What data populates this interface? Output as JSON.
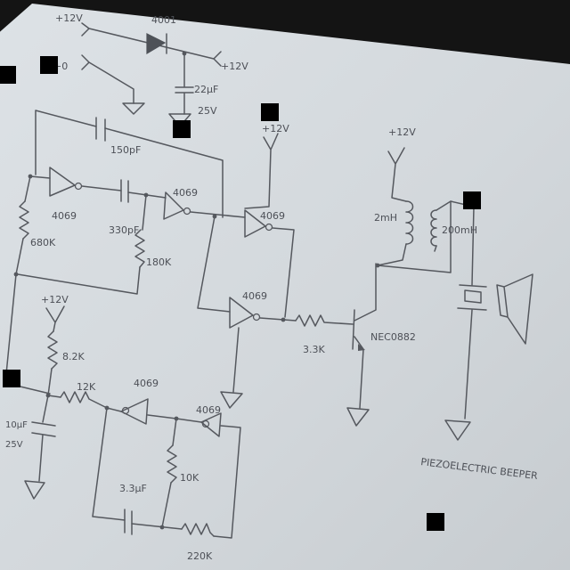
{
  "supply": {
    "in_plus": "+12V",
    "in_gnd": "+0",
    "out": "+12V",
    "diode": "4001",
    "cap_value": "22µF",
    "cap_voltage": "25V"
  },
  "osc": {
    "cap_top": "150pF",
    "inv1": "4069",
    "cap_mid": "330pF",
    "inv2": "4069",
    "res_left": "680K",
    "res_mid": "180K"
  },
  "drive": {
    "vcc": "+12V",
    "inv_top": "4069",
    "inv_bot": "4069",
    "res_base": "3.3K",
    "transistor": "NEC0882"
  },
  "output": {
    "vcc": "+12V",
    "ind1": "2mH",
    "ind2": "200mH",
    "title": "PIEZOELECTRIC BEEPER"
  },
  "timer": {
    "vcc": "+12V",
    "res_pullup": "8.2K",
    "res_series": "12K",
    "cap_left_value": "10µF",
    "cap_left_voltage": "25V",
    "inv1": "4069",
    "inv2": "4069",
    "res_fb": "10K",
    "cap_bottom": "3.3µF",
    "res_bottom": "220K"
  }
}
